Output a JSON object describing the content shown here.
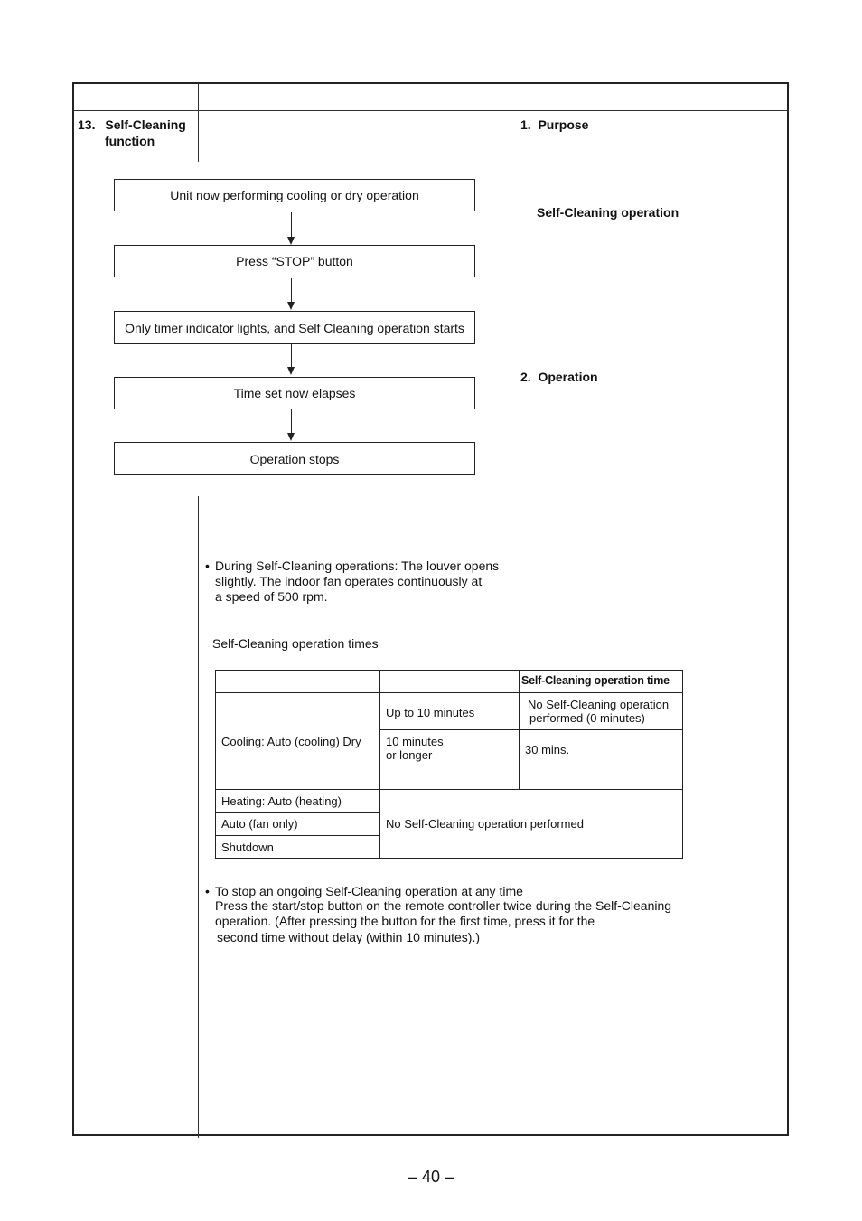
{
  "section": {
    "number": "13.",
    "title_line1": "Self-Cleaning",
    "title_line2": "function"
  },
  "right_column": {
    "purpose_heading": "1.  Purpose",
    "self_cleaning_label": "Self-Cleaning operation",
    "operation_heading": "2.  Operation"
  },
  "flowchart": {
    "steps": [
      "Unit now performing cooling or dry operation",
      "Press “STOP” button",
      "Only timer indicator lights, and Self Cleaning operation starts",
      "Time set now elapses",
      "Operation stops"
    ]
  },
  "notes": {
    "bullet": "•",
    "during_line1": "During Self-Cleaning operations: The louver opens",
    "during_line2": "slightly.  The indoor fan operates continuously at",
    "during_line3": "a speed of 500 rpm.",
    "times_heading": "Self-Cleaning operation times",
    "stop_line1": "To stop an ongoing Self-Cleaning operation at any time",
    "stop_line2": "Press the start/stop button on the remote controller twice during the Self-Cleaning",
    "stop_line3": "operation.  (After pressing the button for the first time, press it for the",
    "stop_line4": "second time without delay (within 10 minutes).)"
  },
  "table": {
    "header_time": "Self-Cleaning operation time",
    "cooling_mode": "Cooling: Auto (cooling) Dry",
    "up_to_10": "Up to 10 minutes",
    "no_op_line1": "No Self-Cleaning operation",
    "no_op_line2": "performed (0 minutes)",
    "ten_or_longer_line1": "10 minutes",
    "ten_or_longer_line2": "or longer",
    "thirty_mins": "30 mins.",
    "heating_mode": "Heating: Auto (heating)",
    "auto_fan": "Auto (fan only)",
    "shutdown": "Shutdown",
    "no_op_performed": "No Self-Cleaning operation performed"
  },
  "footer": {
    "page_number": "– 40 –"
  }
}
